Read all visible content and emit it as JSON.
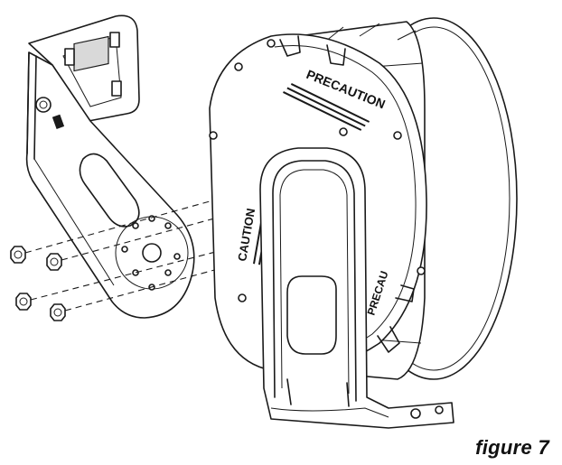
{
  "figure": {
    "caption": "figure 7"
  },
  "labels": {
    "precaution_top": "PRECAUTION",
    "caution_side": "CAUTION",
    "precaution_bottom": "PRECAU"
  },
  "icons": {
    "wall_bracket": "wall-mount-bracket",
    "reel": "hose-reel",
    "base_stand": "reel-stand-base",
    "nuts": "hex-nut"
  }
}
